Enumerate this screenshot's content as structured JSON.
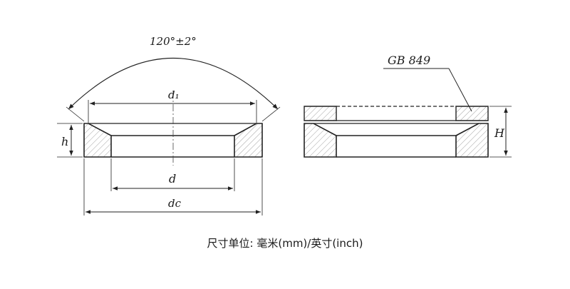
{
  "angle_label": "120°±2°",
  "d1_label": "d₁",
  "d_label": "d",
  "dc_label": "dc",
  "h_label": "h",
  "H_label": "H",
  "standard_label": "GB 849",
  "caption": "尺寸单位: 毫米(mm)/英寸(inch)"
}
